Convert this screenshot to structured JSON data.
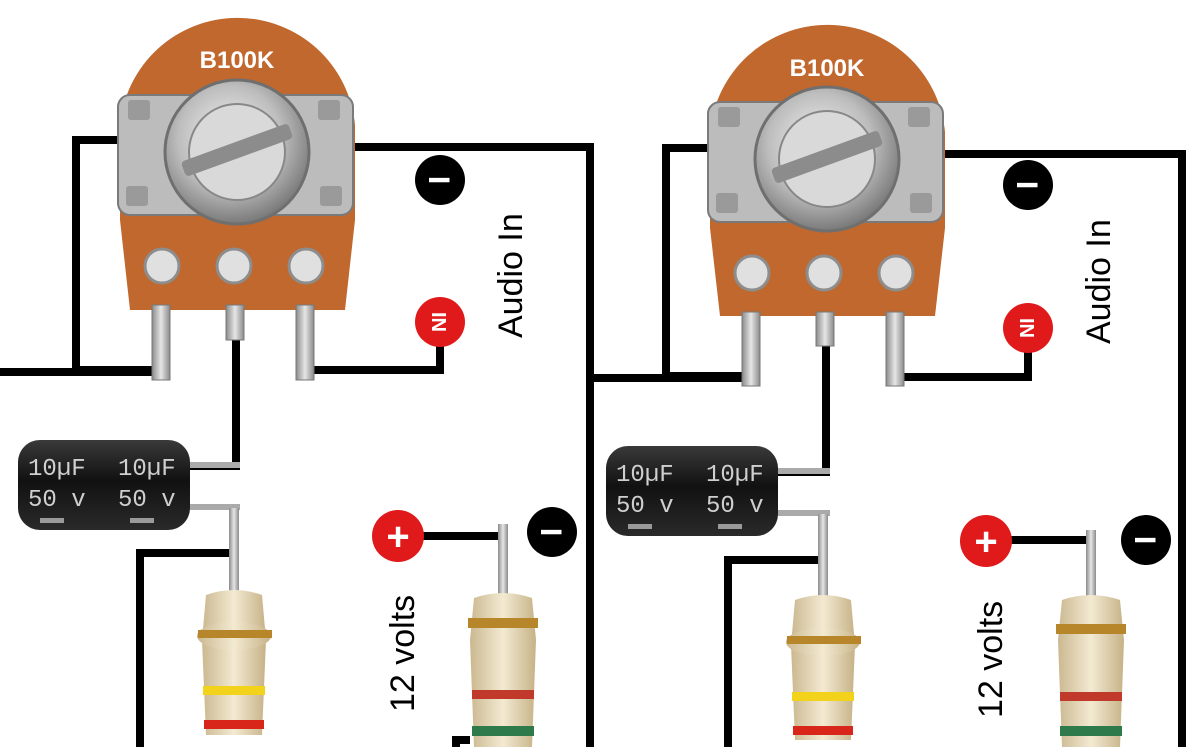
{
  "circuits": [
    {
      "potentiometer": {
        "label": "B100K"
      },
      "capacitor": {
        "line1_left": "10µF",
        "line1_right": "10µF",
        "line2_left": "50 v",
        "line2_right": "50 v"
      },
      "labels": {
        "audio_in": "Audio In",
        "supply": "12 volts"
      },
      "badges": {
        "ground_symbol": "I",
        "in_symbol": "IN",
        "plus_symbol": "+"
      }
    },
    {
      "potentiometer": {
        "label": "B100K"
      },
      "capacitor": {
        "line1_left": "10µF",
        "line1_right": "10µF",
        "line2_left": "50 v",
        "line2_right": "50 v"
      },
      "labels": {
        "audio_in": "Audio In",
        "supply": "12 volts"
      },
      "badges": {
        "ground_symbol": "I",
        "in_symbol": "IN",
        "plus_symbol": "+"
      }
    }
  ],
  "colors": {
    "wire": "#000000",
    "pot_board": "#c0682e",
    "pot_metal": "#c9c9c9",
    "cap_body": "#1a1a1a",
    "badge_black": "#000000",
    "badge_red": "#e0191b",
    "resistor_body": "#e8dcc0",
    "band_gold": "#b8862a",
    "band_yellow": "#f2d21a",
    "band_red": "#d8261b",
    "band_green": "#2f7a4a"
  }
}
